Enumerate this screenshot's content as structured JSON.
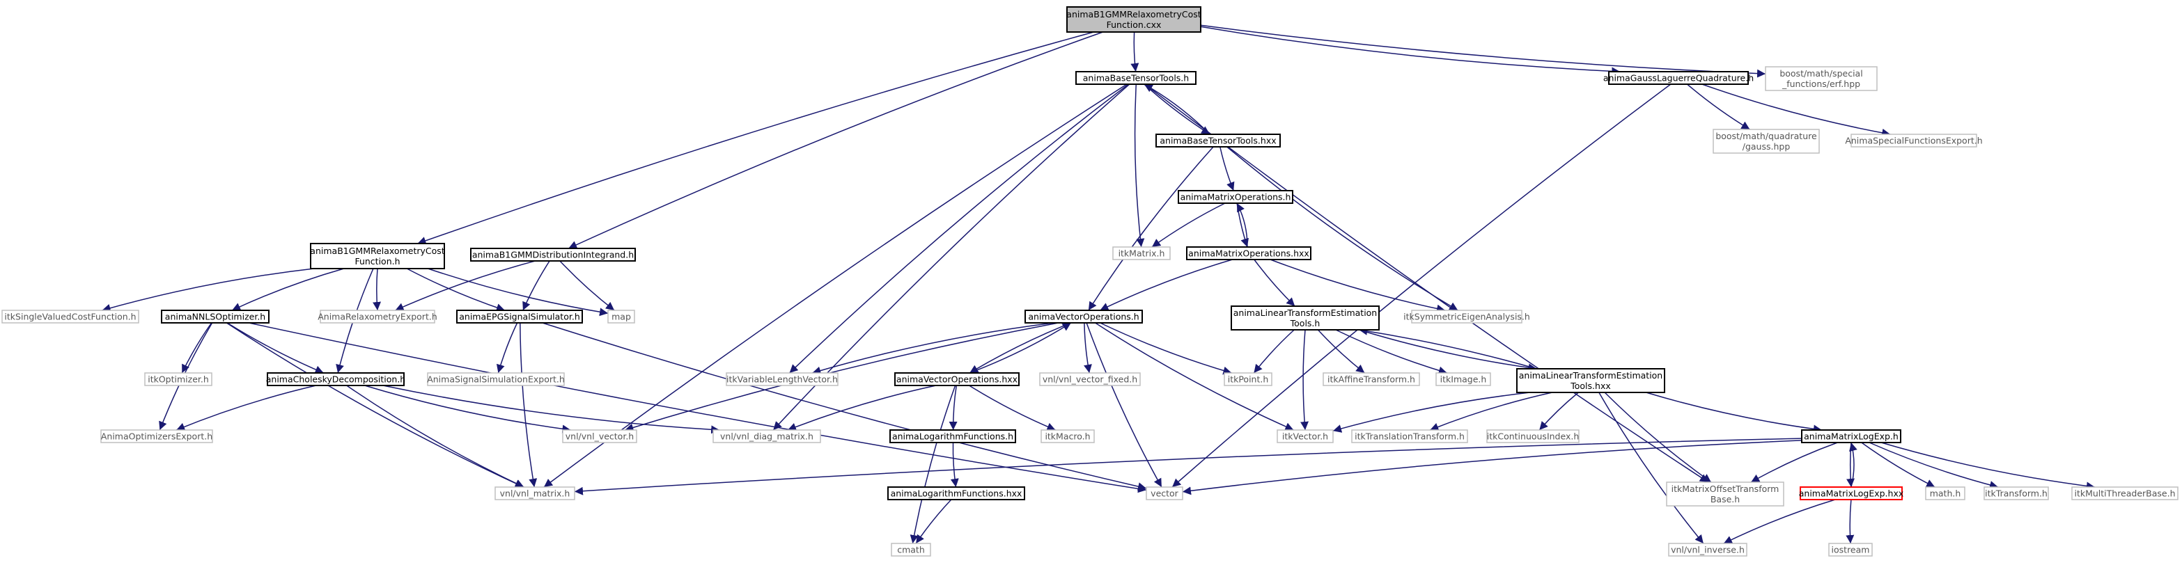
{
  "colors": {
    "edge": "#191970",
    "root_fill": "#bfbfbf",
    "external_border": "#bfbfbf",
    "internal_border": "#000000",
    "highlight_border": "#ff0000",
    "background": "#ffffff"
  },
  "nodes": [
    {
      "id": "root",
      "label": [
        "animaB1GMMRelaxometryCost",
        "Function.cxx"
      ],
      "kind": "root"
    },
    {
      "id": "baseTensorH",
      "label": [
        "animaBaseTensorTools.h"
      ],
      "kind": "internal"
    },
    {
      "id": "gaussLagH",
      "label": [
        "animaGaussLaguerreQuadrature.h"
      ],
      "kind": "internal"
    },
    {
      "id": "erf",
      "label": [
        "boost/math/special",
        "_functions/erf.hpp"
      ],
      "kind": "external"
    },
    {
      "id": "baseTensorHxx",
      "label": [
        "animaBaseTensorTools.hxx"
      ],
      "kind": "internal"
    },
    {
      "id": "gaussHpp",
      "label": [
        "boost/math/quadrature",
        "/gauss.hpp"
      ],
      "kind": "external"
    },
    {
      "id": "specFuncExp",
      "label": [
        "AnimaSpecialFunctionsExport.h"
      ],
      "kind": "external"
    },
    {
      "id": "matOpsH",
      "label": [
        "animaMatrixOperations.h"
      ],
      "kind": "internal"
    },
    {
      "id": "itkMatrix",
      "label": [
        "itkMatrix.h"
      ],
      "kind": "external"
    },
    {
      "id": "matOpsHxx",
      "label": [
        "animaMatrixOperations.hxx"
      ],
      "kind": "internal"
    },
    {
      "id": "costFnH",
      "label": [
        "animaB1GMMRelaxometryCost",
        "Function.h"
      ],
      "kind": "internal"
    },
    {
      "id": "distIntH",
      "label": [
        "animaB1GMMDistributionIntegrand.h"
      ],
      "kind": "internal"
    },
    {
      "id": "symEig",
      "label": [
        "itkSymmetricEigenAnalysis.h"
      ],
      "kind": "external"
    },
    {
      "id": "itkSVCF",
      "label": [
        "itkSingleValuedCostFunction.h"
      ],
      "kind": "external"
    },
    {
      "id": "nnlsH",
      "label": [
        "animaNNLSOptimizer.h"
      ],
      "kind": "internal"
    },
    {
      "id": "relaxExp",
      "label": [
        "AnimaRelaxometryExport.h"
      ],
      "kind": "external"
    },
    {
      "id": "epgH",
      "label": [
        "animaEPGSignalSimulator.h"
      ],
      "kind": "internal"
    },
    {
      "id": "map",
      "label": [
        "map"
      ],
      "kind": "external"
    },
    {
      "id": "vecOpsH",
      "label": [
        "animaVectorOperations.h"
      ],
      "kind": "internal"
    },
    {
      "id": "linTrH",
      "label": [
        "animaLinearTransformEstimation",
        "Tools.h"
      ],
      "kind": "internal"
    },
    {
      "id": "itkOptimizer",
      "label": [
        "itkOptimizer.h"
      ],
      "kind": "external"
    },
    {
      "id": "cholH",
      "label": [
        "animaCholeskyDecomposition.h"
      ],
      "kind": "internal"
    },
    {
      "id": "sigSimExp",
      "label": [
        "AnimaSignalSimulationExport.h"
      ],
      "kind": "external"
    },
    {
      "id": "varLenVec",
      "label": [
        "itkVariableLengthVector.h"
      ],
      "kind": "external"
    },
    {
      "id": "vecOpsHxx",
      "label": [
        "animaVectorOperations.hxx"
      ],
      "kind": "internal"
    },
    {
      "id": "vnlVecFixed",
      "label": [
        "vnl/vnl_vector_fixed.h"
      ],
      "kind": "external"
    },
    {
      "id": "itkPoint",
      "label": [
        "itkPoint.h"
      ],
      "kind": "external"
    },
    {
      "id": "itkAffine",
      "label": [
        "itkAffineTransform.h"
      ],
      "kind": "external"
    },
    {
      "id": "itkImage",
      "label": [
        "itkImage.h"
      ],
      "kind": "external"
    },
    {
      "id": "linTrHxx",
      "label": [
        "animaLinearTransformEstimation",
        "Tools.hxx"
      ],
      "kind": "internal"
    },
    {
      "id": "optExp",
      "label": [
        "AnimaOptimizersExport.h"
      ],
      "kind": "external"
    },
    {
      "id": "vnlVector",
      "label": [
        "vnl/vnl_vector.h"
      ],
      "kind": "external"
    },
    {
      "id": "vnlDiag",
      "label": [
        "vnl/vnl_diag_matrix.h"
      ],
      "kind": "external"
    },
    {
      "id": "logFnH",
      "label": [
        "animaLogarithmFunctions.h"
      ],
      "kind": "internal"
    },
    {
      "id": "itkMacro",
      "label": [
        "itkMacro.h"
      ],
      "kind": "external"
    },
    {
      "id": "itkVector",
      "label": [
        "itkVector.h"
      ],
      "kind": "external"
    },
    {
      "id": "itkTransTr",
      "label": [
        "itkTranslationTransform.h"
      ],
      "kind": "external"
    },
    {
      "id": "itkContIdx",
      "label": [
        "itkContinuousIndex.h"
      ],
      "kind": "external"
    },
    {
      "id": "matLogExpH",
      "label": [
        "animaMatrixLogExp.h"
      ],
      "kind": "internal"
    },
    {
      "id": "vnlMatrix",
      "label": [
        "vnl/vnl_matrix.h"
      ],
      "kind": "external"
    },
    {
      "id": "vector",
      "label": [
        "vector"
      ],
      "kind": "external"
    },
    {
      "id": "logFnHxx",
      "label": [
        "animaLogarithmFunctions.hxx"
      ],
      "kind": "internal"
    },
    {
      "id": "itkMOTB",
      "label": [
        "itkMatrixOffsetTransform",
        "Base.h"
      ],
      "kind": "external"
    },
    {
      "id": "matLogExpHxx",
      "label": [
        "animaMatrixLogExp.hxx"
      ],
      "kind": "highlight"
    },
    {
      "id": "mathH",
      "label": [
        "math.h"
      ],
      "kind": "external"
    },
    {
      "id": "itkTransform",
      "label": [
        "itkTransform.h"
      ],
      "kind": "external"
    },
    {
      "id": "itkMTB",
      "label": [
        "itkMultiThreaderBase.h"
      ],
      "kind": "external"
    },
    {
      "id": "cmath",
      "label": [
        "cmath"
      ],
      "kind": "external"
    },
    {
      "id": "vnlInverse",
      "label": [
        "vnl/vnl_inverse.h"
      ],
      "kind": "external"
    },
    {
      "id": "iostream",
      "label": [
        "iostream"
      ],
      "kind": "external"
    }
  ],
  "edges": [
    [
      "root",
      "baseTensorH"
    ],
    [
      "root",
      "gaussLagH"
    ],
    [
      "root",
      "erf"
    ],
    [
      "root",
      "costFnH"
    ],
    [
      "root",
      "distIntH"
    ],
    [
      "gaussLagH",
      "gaussHpp"
    ],
    [
      "gaussLagH",
      "specFuncExp"
    ],
    [
      "gaussLagH",
      "vector"
    ],
    [
      "baseTensorH",
      "baseTensorHxx"
    ],
    [
      "baseTensorH",
      "itkMatrix"
    ],
    [
      "baseTensorH",
      "varLenVec"
    ],
    [
      "baseTensorH",
      "vnlMatrix"
    ],
    [
      "baseTensorH",
      "vnlDiag"
    ],
    [
      "baseTensorH",
      "itkMOTB"
    ],
    [
      "baseTensorHxx",
      "baseTensorH"
    ],
    [
      "baseTensorHxx",
      "matOpsH"
    ],
    [
      "baseTensorHxx",
      "vecOpsH"
    ],
    [
      "baseTensorHxx",
      "symEig"
    ],
    [
      "matOpsH",
      "itkMatrix"
    ],
    [
      "matOpsH",
      "matOpsHxx"
    ],
    [
      "matOpsHxx",
      "matOpsH"
    ],
    [
      "matOpsHxx",
      "vecOpsH"
    ],
    [
      "matOpsHxx",
      "linTrH"
    ],
    [
      "matOpsHxx",
      "symEig"
    ],
    [
      "costFnH",
      "itkSVCF"
    ],
    [
      "costFnH",
      "nnlsH"
    ],
    [
      "costFnH",
      "relaxExp"
    ],
    [
      "costFnH",
      "epgH"
    ],
    [
      "costFnH",
      "map"
    ],
    [
      "costFnH",
      "cholH"
    ],
    [
      "distIntH",
      "relaxExp"
    ],
    [
      "distIntH",
      "epgH"
    ],
    [
      "distIntH",
      "map"
    ],
    [
      "nnlsH",
      "itkOptimizer"
    ],
    [
      "nnlsH",
      "optExp"
    ],
    [
      "nnlsH",
      "cholH"
    ],
    [
      "nnlsH",
      "vnlMatrix"
    ],
    [
      "nnlsH",
      "vector"
    ],
    [
      "epgH",
      "sigSimExp"
    ],
    [
      "epgH",
      "vnlMatrix"
    ],
    [
      "epgH",
      "vector"
    ],
    [
      "cholH",
      "optExp"
    ],
    [
      "cholH",
      "vnlMatrix"
    ],
    [
      "cholH",
      "vnlVector"
    ],
    [
      "cholH",
      "vnlDiag"
    ],
    [
      "vecOpsH",
      "varLenVec"
    ],
    [
      "vecOpsH",
      "vecOpsHxx"
    ],
    [
      "vecOpsH",
      "vnlVecFixed"
    ],
    [
      "vecOpsH",
      "itkPoint"
    ],
    [
      "vecOpsH",
      "itkVector"
    ],
    [
      "vecOpsH",
      "vector"
    ],
    [
      "vecOpsH",
      "vnlVector"
    ],
    [
      "vecOpsHxx",
      "vecOpsH"
    ],
    [
      "vecOpsHxx",
      "vnlDiag"
    ],
    [
      "vecOpsHxx",
      "logFnH"
    ],
    [
      "vecOpsHxx",
      "itkMacro"
    ],
    [
      "vecOpsHxx",
      "cmath"
    ],
    [
      "logFnH",
      "logFnHxx"
    ],
    [
      "logFnHxx",
      "cmath"
    ],
    [
      "linTrH",
      "itkPoint"
    ],
    [
      "linTrH",
      "itkAffine"
    ],
    [
      "linTrH",
      "itkImage"
    ],
    [
      "linTrH",
      "itkVector"
    ],
    [
      "linTrH",
      "linTrHxx"
    ],
    [
      "linTrHxx",
      "linTrH"
    ],
    [
      "linTrHxx",
      "itkVector"
    ],
    [
      "linTrHxx",
      "itkTransTr"
    ],
    [
      "linTrHxx",
      "itkContIdx"
    ],
    [
      "linTrHxx",
      "matLogExpH"
    ],
    [
      "linTrHxx",
      "itkMOTB"
    ],
    [
      "linTrHxx",
      "vnlInverse"
    ],
    [
      "matLogExpH",
      "vnlMatrix"
    ],
    [
      "matLogExpH",
      "vector"
    ],
    [
      "matLogExpH",
      "itkMOTB"
    ],
    [
      "matLogExpH",
      "matLogExpHxx"
    ],
    [
      "matLogExpH",
      "mathH"
    ],
    [
      "matLogExpH",
      "itkTransform"
    ],
    [
      "matLogExpH",
      "itkMTB"
    ],
    [
      "matLogExpHxx",
      "matLogExpH"
    ],
    [
      "matLogExpHxx",
      "vnlInverse"
    ],
    [
      "matLogExpHxx",
      "iostream"
    ]
  ]
}
